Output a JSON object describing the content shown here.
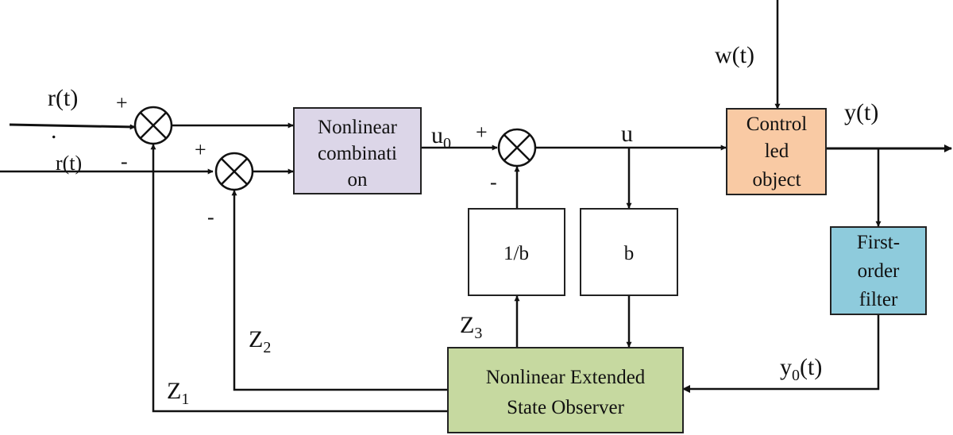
{
  "signals": {
    "r": "r(t)",
    "rdot": "r(t)",
    "rdot_dot": ".",
    "w": "w(t)",
    "y": "y(t)",
    "u0": "u",
    "u0_sub": "0",
    "u": "u",
    "y0": "y",
    "y0_sub": "0",
    "y0_suffix": "(t)",
    "z1": "Z",
    "z1_sub": "1",
    "z2": "Z",
    "z2_sub": "2",
    "z3": "Z",
    "z3_sub": "3"
  },
  "signs": {
    "sum1_plus": "+",
    "sum1_minus": "-",
    "sum2_plus": "+",
    "sum2_minus": "-",
    "sum3_plus": "+",
    "sum3_minus": "-"
  },
  "blocks": {
    "nonlinear_combination": [
      "Nonlinear",
      "combinati",
      "on"
    ],
    "controlled_object": [
      "Control",
      "led",
      "object"
    ],
    "first_order_filter": [
      "First-",
      "order",
      "filter"
    ],
    "inv_b": "1/b",
    "b": "b",
    "eso": [
      "Nonlinear Extended",
      "State Observer"
    ]
  },
  "colors": {
    "nonlinear_combination": "#dcd6e8",
    "controlled_object": "#f9caa4",
    "first_order_filter": "#8ecbdc",
    "eso": "#c6d9a0",
    "gain_blocks": "#ffffff",
    "wire": "#111111"
  }
}
